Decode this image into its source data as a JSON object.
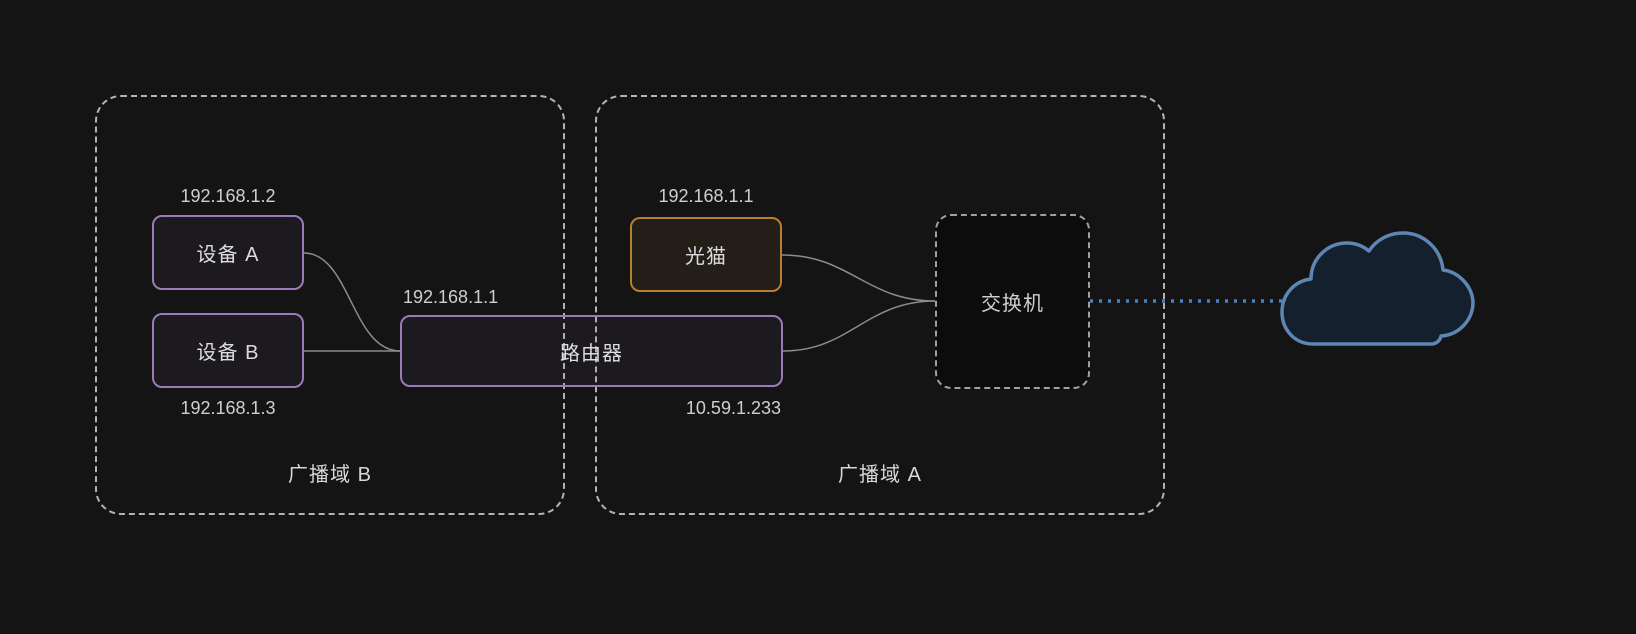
{
  "diagram": {
    "domain_b": {
      "label": "广播域 B"
    },
    "domain_a": {
      "label": "广播域 A"
    },
    "device_a": {
      "label": "设备 A",
      "ip": "192.168.1.2"
    },
    "device_b": {
      "label": "设备 B",
      "ip": "192.168.1.3"
    },
    "router": {
      "label": "路由器",
      "ip_lan": "192.168.1.1",
      "ip_wan": "10.59.1.233"
    },
    "modem": {
      "label": "光猫",
      "ip": "192.168.1.1"
    },
    "switch": {
      "label": "交换机"
    },
    "icons": {
      "cloud": "internet-cloud-icon"
    },
    "colors": {
      "background": "#141414",
      "domain_border": "#b3b3b3",
      "purple_border": "#9b7ab9",
      "orange_border": "#b97f2f",
      "switch_border": "#a0a0a0",
      "wire_gray": "#8c8c8c",
      "uplink_blue": "#4e7fc4",
      "cloud_stroke": "#5d86b2",
      "cloud_fill": "#14202e",
      "text": "#d8d8d8"
    }
  }
}
